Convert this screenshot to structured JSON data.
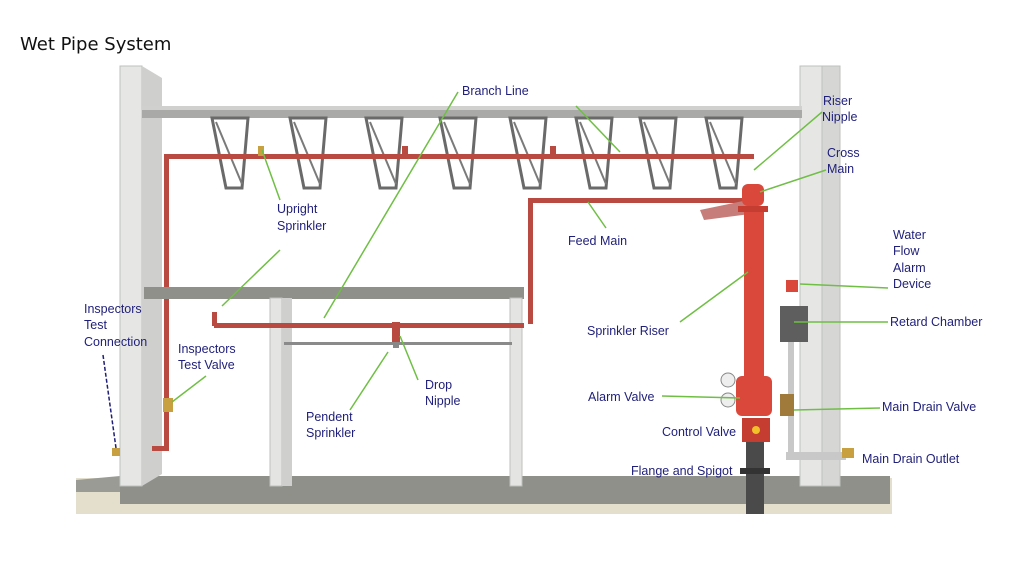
{
  "title": "Wet Pipe System",
  "colors": {
    "label_text": "#1f1f7a",
    "leader_line": "#6fbf44",
    "pipe": "#b94a42",
    "riser": "#d9483b",
    "steel": "#6a6a6a",
    "concrete": "#8e9089",
    "gravel": "#e3dfcc",
    "column": "#dcdddb"
  },
  "labels": {
    "branch_line": "Branch Line",
    "riser_nipple": [
      "Riser",
      "Nipple"
    ],
    "cross_main": [
      "Cross",
      "Main"
    ],
    "upright_sprinkler": [
      "Upright",
      "Sprinkler"
    ],
    "feed_main": "Feed Main",
    "water_flow_alarm_device": [
      "Water",
      "Flow",
      "Alarm",
      "Device"
    ],
    "sprinkler_riser": "Sprinkler Riser",
    "retard_chamber": "Retard Chamber",
    "inspectors_test_connection": [
      "Inspectors",
      "Test",
      "Connection"
    ],
    "inspectors_test_valve": [
      "Inspectors",
      "Test Valve"
    ],
    "drop_nipple": [
      "Drop",
      "Nipple"
    ],
    "pendent_sprinkler": [
      "Pendent",
      "Sprinkler"
    ],
    "alarm_valve": "Alarm Valve",
    "main_drain_valve": "Main Drain Valve",
    "control_valve": "Control Valve",
    "main_drain_outlet": "Main Drain Outlet",
    "flange_and_spigot": "Flange and Spigot"
  }
}
